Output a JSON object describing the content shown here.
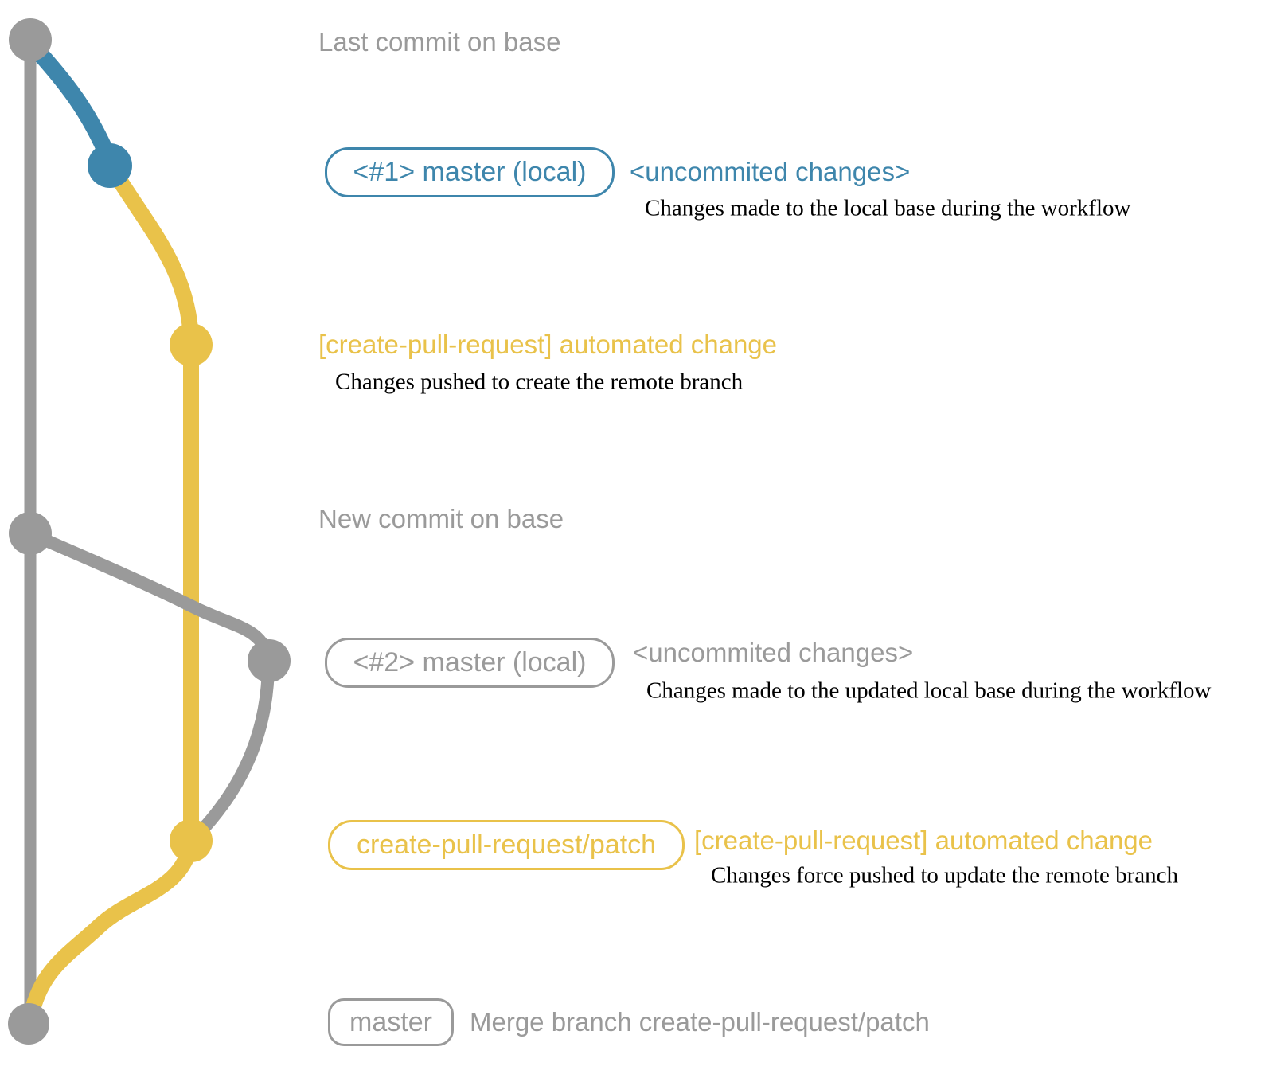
{
  "colors": {
    "gray": "#9a9a9a",
    "blue": "#3e86ac",
    "yellow": "#e9c24a",
    "note": "#000000",
    "background": "#ffffff"
  },
  "rows": [
    {
      "heading": "Last commit on base"
    },
    {
      "label": "<#1> master (local)",
      "message": "<uncommited changes>",
      "note": "Changes made to the local base during the workflow"
    },
    {
      "message": "[create-pull-request] automated change",
      "note": "Changes pushed to create the remote branch"
    },
    {
      "heading": "New commit on base"
    },
    {
      "label": "<#2> master (local)",
      "message": "<uncommited changes>",
      "note": "Changes made to the updated local base during the workflow"
    },
    {
      "label": "create-pull-request/patch",
      "message": "[create-pull-request] automated change",
      "note": "Changes force pushed to update the remote branch"
    },
    {
      "label": "master",
      "message": "Merge branch create-pull-request/patch"
    }
  ]
}
